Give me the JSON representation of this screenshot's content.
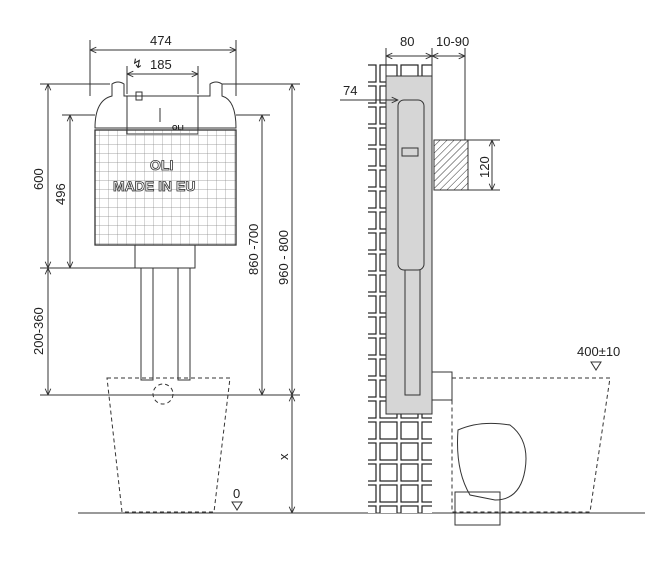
{
  "front_view": {
    "width_label": "474",
    "flush_plate_label": "185",
    "height_label": "600",
    "body_height_label": "496",
    "support_label": "200-360",
    "range_label_a": "860 -700",
    "range_label_b": "960 - 800",
    "floor_offset_label": "x",
    "floor_zero_label": "0",
    "brand_small": "OLI",
    "brand": "OLI",
    "made_in": "MADE IN EU"
  },
  "side_view": {
    "frame_depth_label": "80",
    "offset_label": "10-90",
    "inner_label": "74",
    "pipe_label": "120",
    "bowl_height_label": "400±10"
  }
}
